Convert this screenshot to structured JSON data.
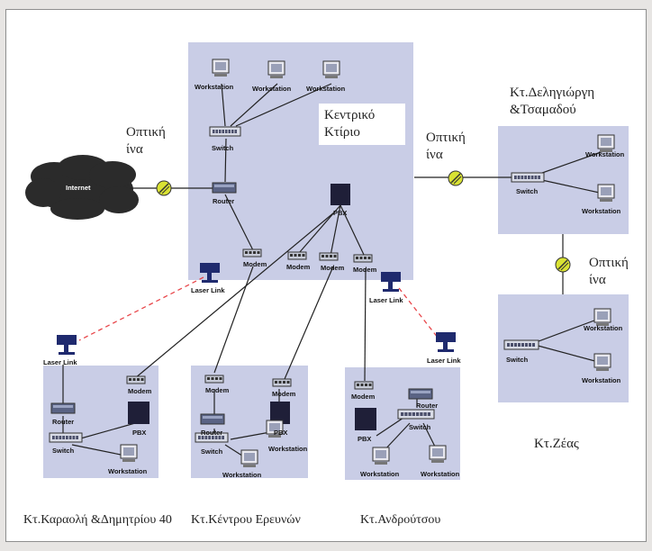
{
  "buildings": {
    "central": "Κεντρικό Κτίριο",
    "delig": "Κτ.Δεληγιώργη &Τσαμαδού",
    "zeas": "Κτ.Ζέας",
    "karaoli": "Κτ.Καραολή &Δημητρίου 40",
    "kentrou": "Κτ.Κέντρου Ερευνών",
    "androutsou": "Κτ.Ανδρούτσου"
  },
  "links": {
    "fiber_left": "Οπτική ίνα",
    "fiber_right": "Οπτική ίνα",
    "fiber_vertical": "Οπτική ίνα"
  },
  "devices": {
    "internet": "Internet",
    "workstation": "Workstation",
    "switch": "Switch",
    "router": "Router",
    "modem": "Modem",
    "pbx": "PBX",
    "laser_link": "Laser Link"
  },
  "colors": {
    "building_fill": "#c9cde6",
    "laser_dash": "#e8474b",
    "cloud": "#2b2b2b",
    "fiber_marker": "#d9e233"
  }
}
